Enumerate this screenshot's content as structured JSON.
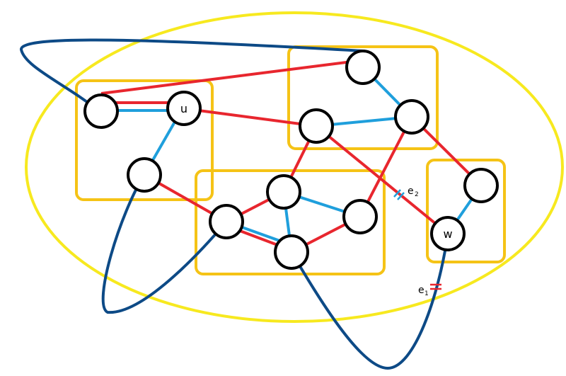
{
  "colors": {
    "outer_ellipse": "#f7e91f",
    "cluster_box": "#f5c316",
    "red_edge": "#e8262e",
    "blue_edge": "#1f9fdc",
    "dark_curve": "#0d4a86",
    "node_fill": "#ffffff",
    "node_stroke": "#000000"
  },
  "labels": {
    "u": "u",
    "w": "w",
    "e2": "e",
    "e2_sub": "2",
    "e1": "e",
    "e1_sub": "1"
  }
}
